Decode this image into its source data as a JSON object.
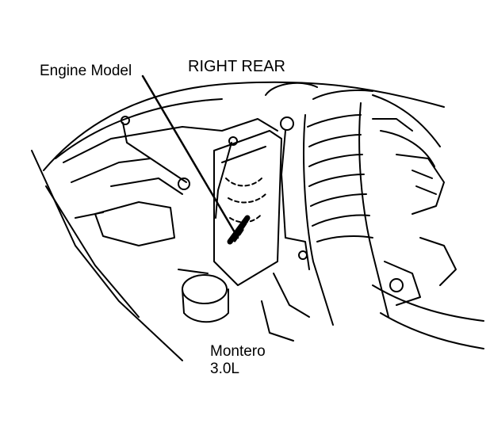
{
  "labels": {
    "engine_model": "Engine Model",
    "right_rear": "RIGHT REAR"
  },
  "caption": {
    "line1": "Montero",
    "line2": "3.0L"
  },
  "colors": {
    "ink": "#000000",
    "paper": "#ffffff"
  }
}
